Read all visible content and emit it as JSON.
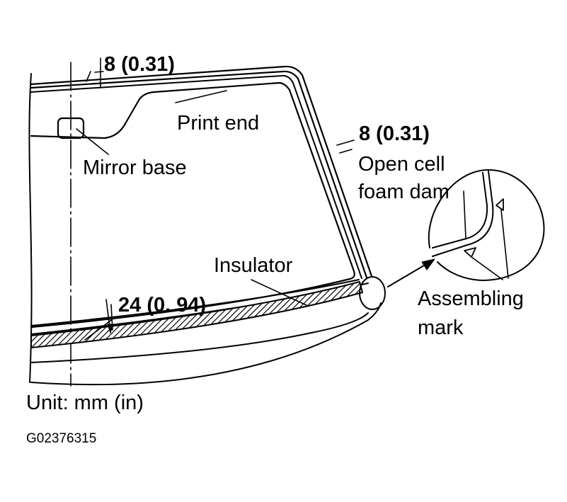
{
  "diagram": {
    "dimensions": {
      "top": "8 (0.31)",
      "side": "8 (0.31)",
      "bottom": "24 (0. 94)"
    },
    "callouts": {
      "print_end": "Print end",
      "mirror_base": "Mirror base",
      "foam_dam_line1": "Open cell",
      "foam_dam_line2": "foam dam",
      "insulator": "Insulator",
      "assembling_line1": "Assembling",
      "assembling_line2": "mark"
    },
    "unit_note": "Unit: mm (in)",
    "figure_id": "G02376315"
  }
}
